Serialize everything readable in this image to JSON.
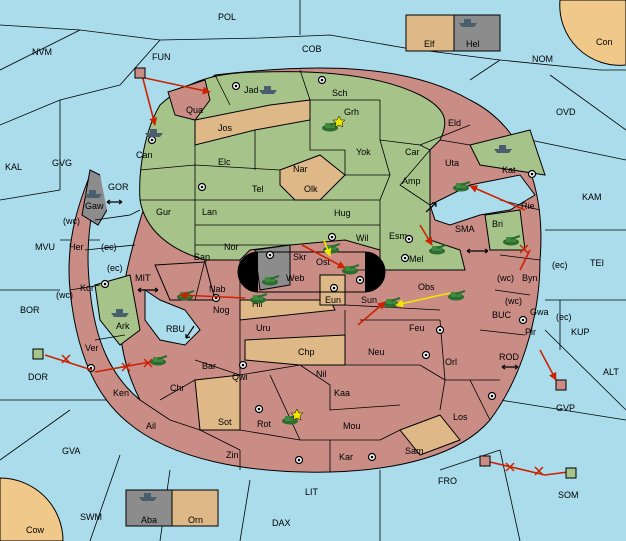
{
  "colors": {
    "sea": "#aadcec",
    "land_neutral": "#9fd1e3",
    "green_power": "#a6c48a",
    "red_power": "#c98d86",
    "tan_power": "#deb887",
    "grey_power": "#8c8c8c",
    "move_red": "#cc2200",
    "move_yellow": "#f2e600",
    "home_corner": "#f0c98a"
  },
  "regions": {
    "POL": "POL",
    "FUN": "FUN",
    "COB": "COB",
    "Elf": "Elf",
    "Hel": "Hel",
    "Con": "Con",
    "NVM": "NVM",
    "NOM": "NOM",
    "OVD": "OVD",
    "GVG": "GVG",
    "KAL": "KAL",
    "KAM": "KAM",
    "TEI": "TEI",
    "SMA": "SMA",
    "MIT": "MIT",
    "GOR": "GOR",
    "BOR": "BOR",
    "MVU": "MVU",
    "RBU": "RBU",
    "BUC": "BUC",
    "KUP": "KUP",
    "ALT": "ALT",
    "ROD": "ROD",
    "DOR": "DOR",
    "GVP": "GVP",
    "GVA": "GVA",
    "FRO": "FRO",
    "LIT": "LIT",
    "SOM": "SOM",
    "SWM": "SWM",
    "DAX": "DAX",
    "Cow": "Cow",
    "Aba": "Aba",
    "Orn": "Orn",
    "Jad": "Jad",
    "Sch": "Sch",
    "Qua": "Qua",
    "Jos": "Jos",
    "Grh": "Grh",
    "Eld": "Eld",
    "Can": "Can",
    "Elc": "Elc",
    "Nar": "Nar",
    "Yok": "Yok",
    "Car": "Car",
    "Uta": "Uta",
    "Kat": "Kat",
    "Tel": "Tel",
    "Olk": "Olk",
    "Amp": "Amp",
    "Gaw": "Gaw",
    "Gur": "Gur",
    "Lan": "Lan",
    "Hug": "Hug",
    "Rie": "Rie",
    "Bri": "Bri",
    "Nor": "Nor",
    "Wil": "Wil",
    "Esm": "Esm",
    "Her": "Her",
    "Sap": "Sap",
    "Skr": "Skr",
    "Ost": "Ost",
    "Mel": "Mel",
    "Byn": "Byn",
    "Kor": "Kor",
    "Web": "Web",
    "Nab": "Nab",
    "Eun": "Eun",
    "Sun": "Sun",
    "Obs": "Obs",
    "Hil": "Hil",
    "Nog": "Nog",
    "Ark": "Ark",
    "Gwa": "Gwa",
    "Pir": "Pir",
    "Uru": "Uru",
    "Feu": "Feu",
    "Ver": "Ver",
    "Chp": "Chp",
    "Neu": "Neu",
    "Orl": "Orl",
    "Bar": "Bar",
    "Qwi": "Qwi",
    "Nil": "Nil",
    "Ken": "Ken",
    "Chr": "Chr",
    "Kaa": "Kaa",
    "Los": "Los",
    "Ail": "Ail",
    "Sot": "Sot",
    "Rot": "Rot",
    "Mou": "Mou",
    "Sam": "Sam",
    "Zin": "Zin",
    "Kar": "Kar"
  },
  "coast_notes": {
    "wc": "(wc)",
    "ec": "(ec)"
  }
}
